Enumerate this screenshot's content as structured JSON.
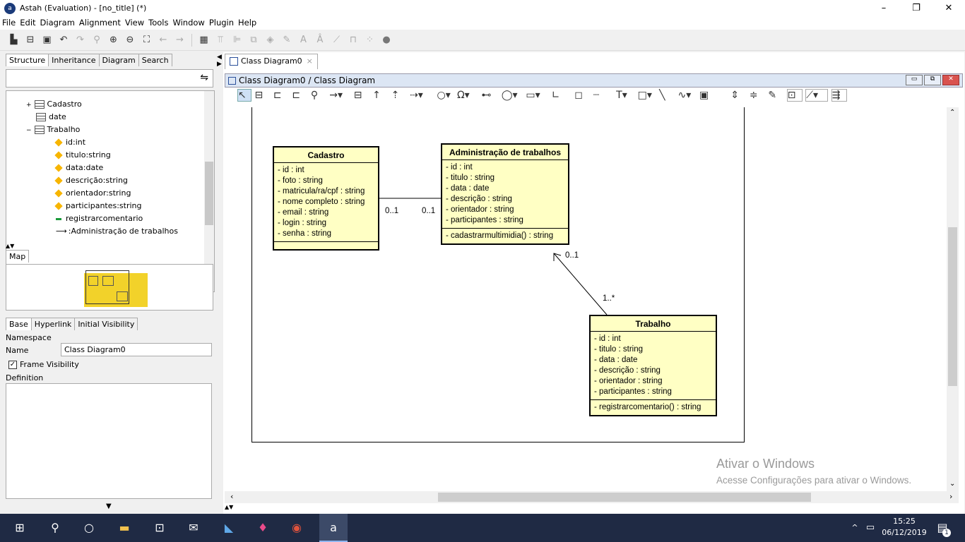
{
  "window": {
    "title": "Astah (Evaluation) - [no_title] (*)",
    "minimize": "–",
    "restore": "❐",
    "close": "✕"
  },
  "menu": [
    "File",
    "Edit",
    "Diagram",
    "Alignment",
    "View",
    "Tools",
    "Window",
    "Plugin",
    "Help"
  ],
  "left_tabs": [
    "Structure",
    "Inheritance",
    "Diagram",
    "Search"
  ],
  "tree": {
    "items": [
      {
        "label": "Cadastro",
        "kind": "class",
        "expander": "+"
      },
      {
        "label": "date",
        "kind": "class",
        "expander": ""
      },
      {
        "label": "Trabalho",
        "kind": "class",
        "expander": "−"
      },
      {
        "label": "id:int",
        "kind": "attr"
      },
      {
        "label": "titulo:string",
        "kind": "attr"
      },
      {
        "label": "data:date",
        "kind": "attr"
      },
      {
        "label": "descrição:string",
        "kind": "attr"
      },
      {
        "label": "orientador:string",
        "kind": "attr"
      },
      {
        "label": "participantes:string",
        "kind": "attr"
      },
      {
        "label": "registrarcomentario",
        "kind": "op"
      },
      {
        "label": ":Administração de trabalhos",
        "kind": "assoc"
      }
    ]
  },
  "map_tab": "Map",
  "prop_tabs": [
    "Base",
    "Hyperlink",
    "Initial Visibility"
  ],
  "props": {
    "namespace_label": "Namespace",
    "name_label": "Name",
    "name_value": "Class Diagram0",
    "frame_visibility": "Frame Visibility",
    "definition_label": "Definition"
  },
  "editor": {
    "tab_label": "Class Diagram0",
    "breadcrumb": "Class Diagram0 / Class Diagram"
  },
  "classes": [
    {
      "id": "cadastro",
      "name": "Cadastro",
      "attrs": [
        "- id : int",
        "- foto : string",
        "- matricula/ra/cpf : string",
        "- nome completo : string",
        "- email : string",
        "- login : string",
        "- senha : string"
      ],
      "ops": []
    },
    {
      "id": "admin",
      "name": "Administração de trabalhos",
      "attrs": [
        "- id : int",
        "- titulo : string",
        "- data : date",
        "- descrição : string",
        "- orientador : string",
        "- participantes : string"
      ],
      "ops": [
        "- cadastrarmultimidia() : string"
      ]
    },
    {
      "id": "trabalho",
      "name": "Trabalho",
      "attrs": [
        "- id : int",
        "- titulo : string",
        "- data : date",
        "- descrição : string",
        "- orientador : string",
        "- participantes : string"
      ],
      "ops": [
        "- registrarcomentario() : string"
      ]
    }
  ],
  "multiplicities": {
    "cad_admin_left": "0..1",
    "cad_admin_right": "0..1",
    "trab_admin_top": "0..1",
    "trab_admin_bottom": "1..*"
  },
  "watermark": {
    "line1": "Ativar o Windows",
    "line2": "Acesse Configurações para ativar o Windows."
  },
  "taskbar": {
    "time": "15:25",
    "date": "06/12/2019",
    "notif_count": "1"
  },
  "colors": {
    "class_fill": "#ffffc4",
    "header_bar": "#dce6f4",
    "taskbar": "#1f2a44"
  }
}
